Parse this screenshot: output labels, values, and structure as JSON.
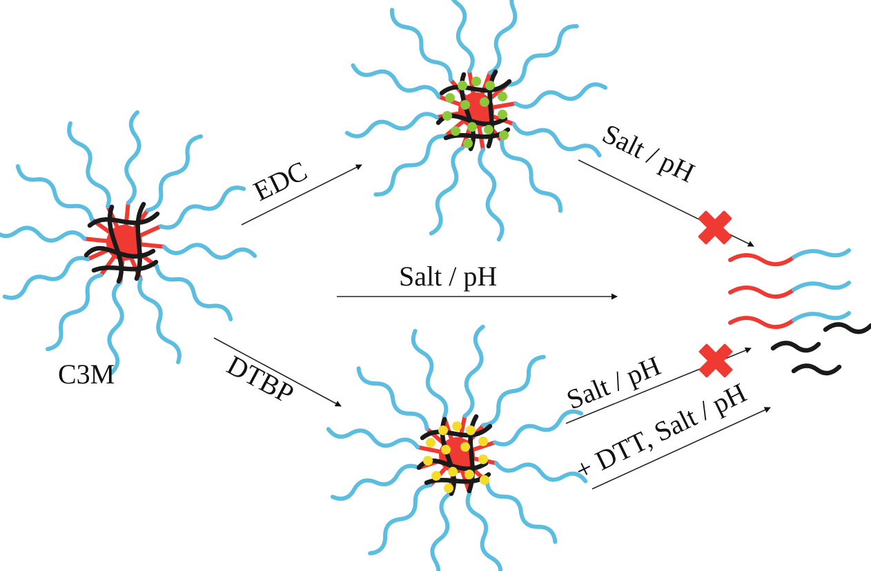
{
  "labels": {
    "start": "C3M",
    "edc_route": "EDC",
    "dtbp_route": "DTBP",
    "direct_route": "Salt / pH",
    "edc_to_products": "Salt / pH",
    "dtbp_to_products": "Salt / pH",
    "dtbp_dtt_route": "+ DTT, Salt / pH"
  },
  "colors": {
    "corona_chain": "#5bbde0",
    "core_block": "#ee3a33",
    "homopolymer": "#1a1a1a",
    "edc_crosslink": "#8cc83c",
    "dtbp_crosslink": "#f5dc2a",
    "blocked_mark": "#ee3a33"
  },
  "micelles": [
    {
      "name": "c3m-micelle",
      "crosslinks": "none"
    },
    {
      "name": "edc-crosslinked-micelle",
      "crosslinks": "edc_crosslink"
    },
    {
      "name": "dtbp-crosslinked-micelle",
      "crosslinks": "dtbp_crosslink"
    }
  ],
  "arrows": [
    {
      "name": "edc-arrow",
      "from": "c3m",
      "to": "edc-micelle",
      "blocked": false
    },
    {
      "name": "direct-arrow",
      "from": "c3m",
      "to": "free-polymers",
      "blocked": false
    },
    {
      "name": "dtbp-arrow",
      "from": "c3m",
      "to": "dtbp-micelle",
      "blocked": false
    },
    {
      "name": "edc-to-products-arrow",
      "from": "edc-micelle",
      "to": "free-polymers",
      "blocked": true
    },
    {
      "name": "dtbp-to-products-arrow",
      "from": "dtbp-micelle",
      "to": "free-polymers",
      "blocked": true
    },
    {
      "name": "dtbp-dtt-arrow",
      "from": "dtbp-micelle",
      "to": "free-polymers",
      "blocked": false
    }
  ]
}
